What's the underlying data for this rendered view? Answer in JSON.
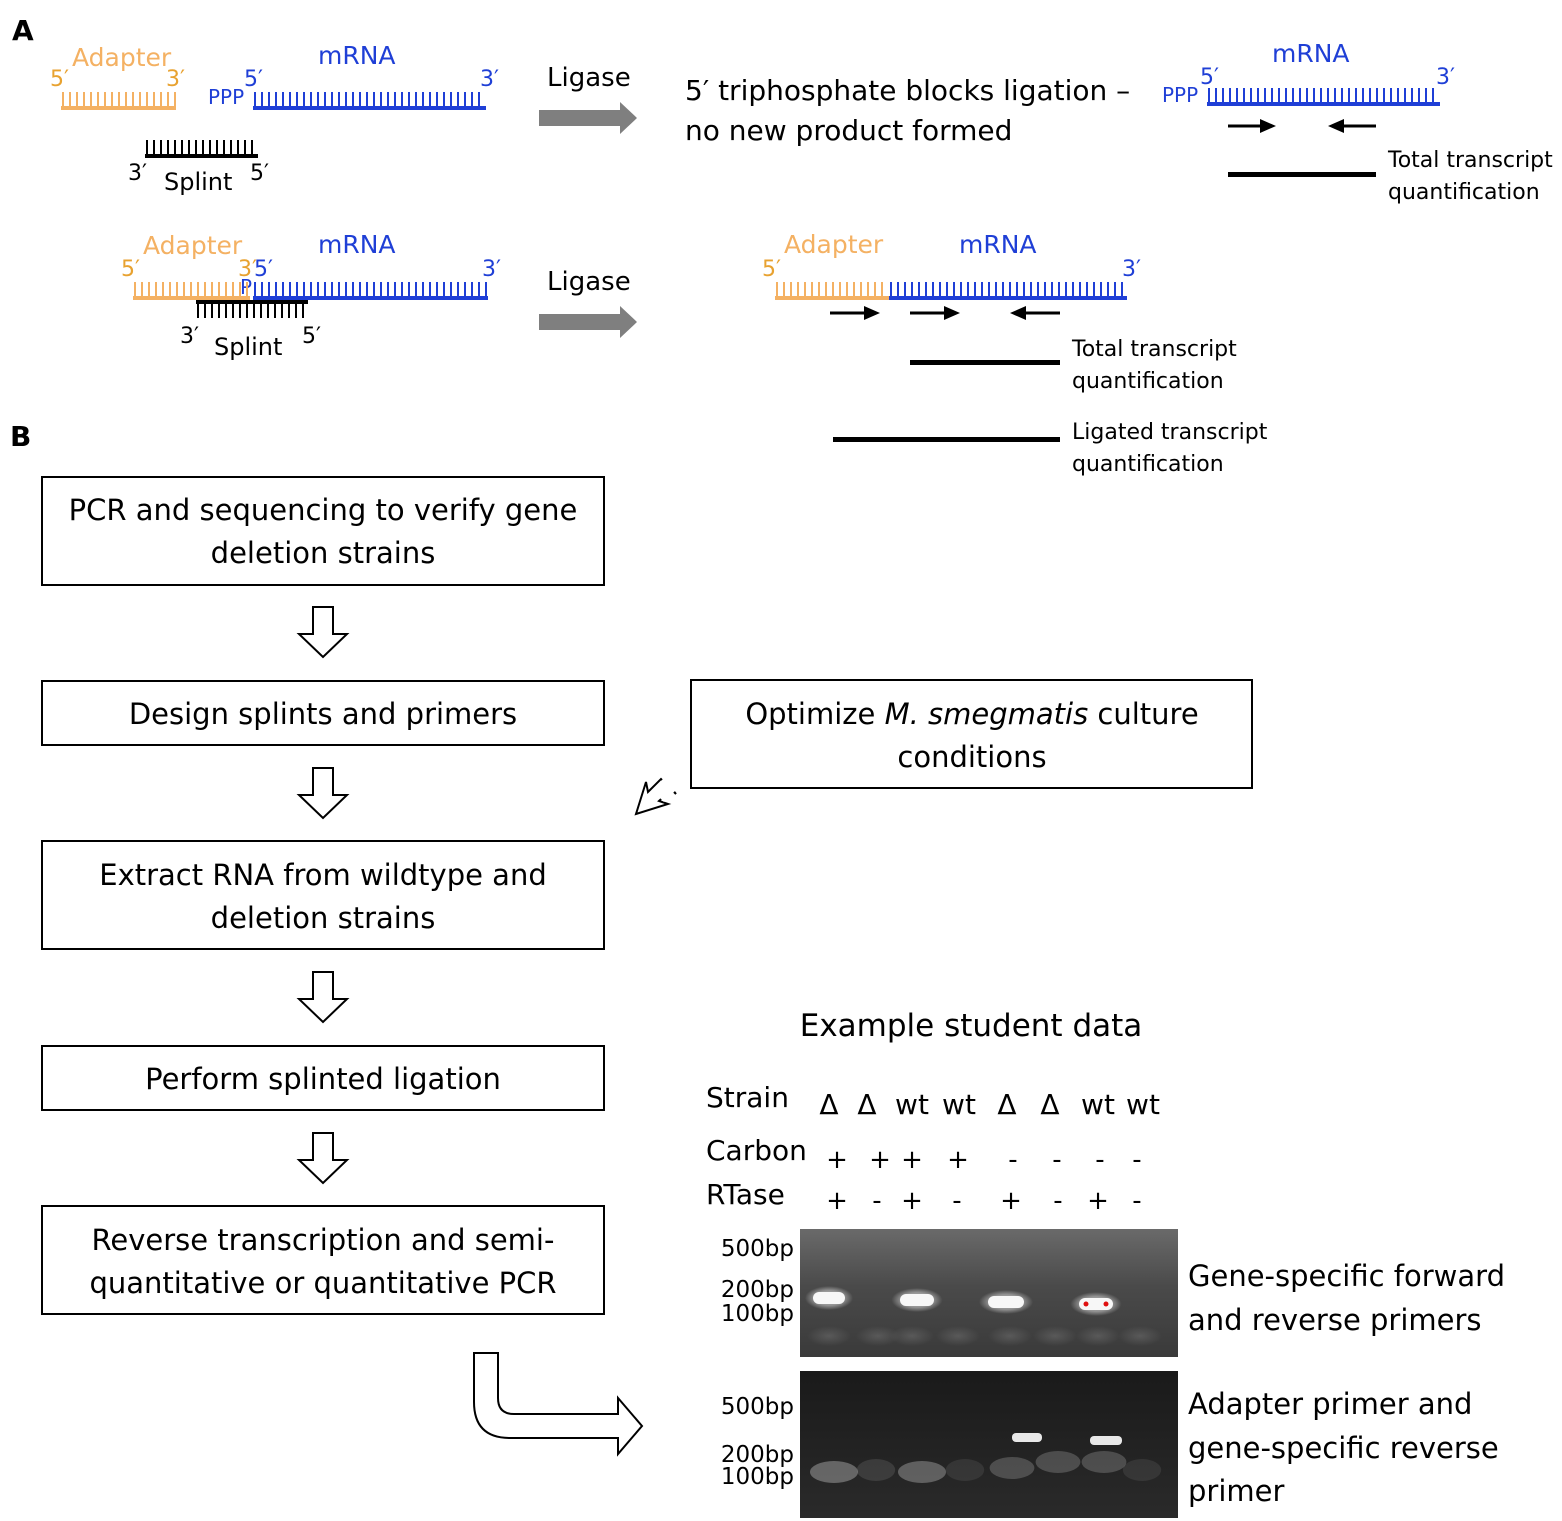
{
  "panel_a": {
    "letter": "A",
    "top": {
      "adapter_label": "Adapter",
      "adapter_5": "5′",
      "adapter_3": "3′",
      "mrna_label": "mRNA",
      "mrna_5": "5′",
      "mrna_3": "3′",
      "ppp": "PPP",
      "splint_label": "Splint",
      "splint_3": "3′",
      "splint_5": "5′",
      "ligase": "Ligase",
      "result_line1": "5′ triphosphate blocks ligation –",
      "result_line2": "no new product formed",
      "right_mrna_label": "mRNA",
      "right_ppp": "PPP",
      "right_5": "5′",
      "right_3": "3′",
      "quant_line1": "Total transcript",
      "quant_line2": "quantification"
    },
    "bottom": {
      "adapter_label": "Adapter",
      "adapter_5": "5′",
      "adapter_3": "3′",
      "p_label": "P",
      "mrna_label": "mRNA",
      "mrna_5": "5′",
      "mrna_3": "3′",
      "splint_label": "Splint",
      "splint_3": "3′",
      "splint_5": "5′",
      "ligase": "Ligase",
      "prod_adapter_label": "Adapter",
      "prod_mrna_label": "mRNA",
      "prod_5": "5′",
      "prod_3": "3′",
      "total_line1": "Total transcript",
      "total_line2": "quantification",
      "ligated_line1": "Ligated transcript",
      "ligated_line2": "quantification"
    }
  },
  "panel_b": {
    "letter": "B",
    "steps": [
      {
        "line1": "PCR and sequencing to verify gene",
        "line2": "deletion strains"
      },
      {
        "line1": "Design splints and primers",
        "line2": ""
      },
      {
        "line1": "Extract RNA from wildtype and",
        "line2": "deletion strains"
      },
      {
        "line1": "Perform splinted ligation",
        "line2": ""
      },
      {
        "line1": "Reverse transcription and semi-",
        "line2": "quantitative or quantitative PCR"
      }
    ],
    "side_box": {
      "pre": "Optimize ",
      "italic": "M. smegmatis",
      "post": " culture",
      "line2": "conditions"
    },
    "gel": {
      "title": "Example student data",
      "strain_label": "Strain",
      "carbon_label": "Carbon",
      "rtase_label": "RTase",
      "strains": [
        "Δ",
        "Δ",
        "wt",
        "wt",
        "Δ",
        "Δ",
        "wt",
        "wt"
      ],
      "carbon": [
        "+",
        "+",
        "+",
        "+",
        "-",
        "-",
        "-",
        "-"
      ],
      "rtase": [
        "+",
        "-",
        "+",
        "-",
        "+",
        "-",
        "+",
        "-"
      ],
      "ladder": [
        "500bp",
        "200bp",
        "100bp"
      ],
      "gel1_label_line1": "Gene-specific forward",
      "gel1_label_line2": "and reverse primers",
      "gel2_label_line1": "Adapter primer and",
      "gel2_label_line2": "gene-specific reverse",
      "gel2_label_line3": "primer"
    }
  },
  "colors": {
    "adapter": "#f4b163",
    "adapter_dark": "#e8a230",
    "mrna": "#1f3fd6",
    "arrow_gray": "#7f7f7f",
    "gel_bg": "#3a3a3a",
    "band": "#f2f2f2"
  }
}
